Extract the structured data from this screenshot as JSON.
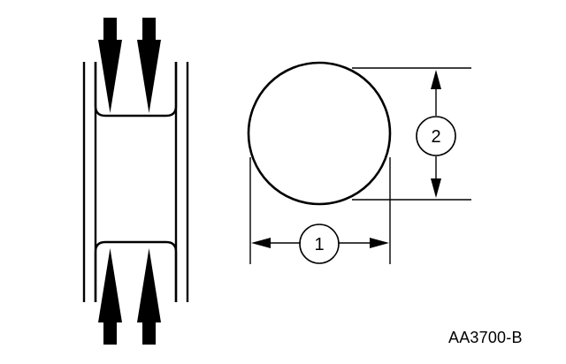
{
  "diagram": {
    "callouts": [
      "1",
      "2"
    ],
    "figure_id": "AA3700-B",
    "ink_color": "#000000",
    "background_color": "#ffffff"
  }
}
